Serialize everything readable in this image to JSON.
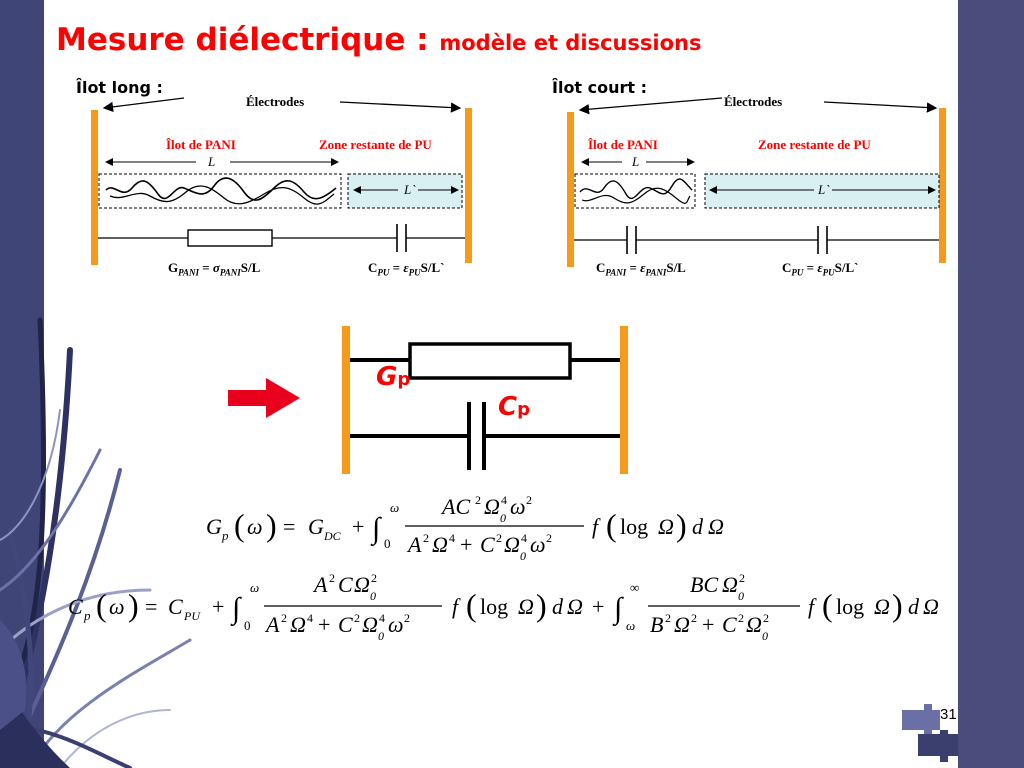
{
  "slide": {
    "title": "Mesure diélectrique :",
    "subtitle": "modèle et discussions",
    "page_number": "31",
    "colors": {
      "title": "#ff0000",
      "electrode": "#f59a1b",
      "pu_zone": "#d8f0f2",
      "band": "#3f4577",
      "arrow": "#e8001c"
    }
  },
  "panels": [
    {
      "heading": "Îlot long :",
      "electrodes_label": "Électrodes",
      "pani_label": "Îlot de PANI",
      "pu_label": "Zone restante de PU",
      "pani_length": "L",
      "pu_length": "L`",
      "pani_formula": {
        "prefix": "G",
        "prefix_sub": "PANI",
        "eq": " = ",
        "sym": "σ",
        "sym_sub": "PANI",
        "tail": "S/L"
      },
      "pu_formula": {
        "prefix": "C",
        "prefix_sub": "PU",
        "eq": " = ",
        "sym": "ε",
        "sym_sub": "PU",
        "tail": "S/L`"
      }
    },
    {
      "heading": "Îlot court :",
      "electrodes_label": "Électrodes",
      "pani_label": "Îlot de PANI",
      "pu_label": "Zone restante de PU",
      "pani_length": "L",
      "pu_length": "L`",
      "pani_formula": {
        "prefix": "C",
        "prefix_sub": "PANI",
        "eq": " = ",
        "sym": "ε",
        "sym_sub": "PANI",
        "tail": "S/L"
      },
      "pu_formula": {
        "prefix": "C",
        "prefix_sub": "PU",
        "eq": " = ",
        "sym": "ε",
        "sym_sub": "PU",
        "tail": "S/L`"
      }
    }
  ],
  "equivalent_circuit": {
    "conductance_symbol": "G",
    "conductance_sub": "p",
    "capacitance_symbol": "C",
    "capacitance_sub": "p"
  },
  "equations": [
    {
      "lhs": "G",
      "lhs_sub": "p",
      "arg": "ω",
      "eq": "=",
      "dc": "G",
      "dc_sub": "DC",
      "plus": "+",
      "int_upper": "ω",
      "int_lower": "0",
      "f_tail": "f",
      "log": "log",
      "omega_cap": "Ω",
      "d": "d"
    },
    {
      "lhs": "C",
      "lhs_sub": "p",
      "arg": "ω",
      "eq": "=",
      "pu": "C",
      "pu_sub": "PU",
      "plus": "+",
      "int1_upper": "ω",
      "int1_lower": "0",
      "int2_upper": "∞",
      "int2_lower": "ω"
    }
  ]
}
